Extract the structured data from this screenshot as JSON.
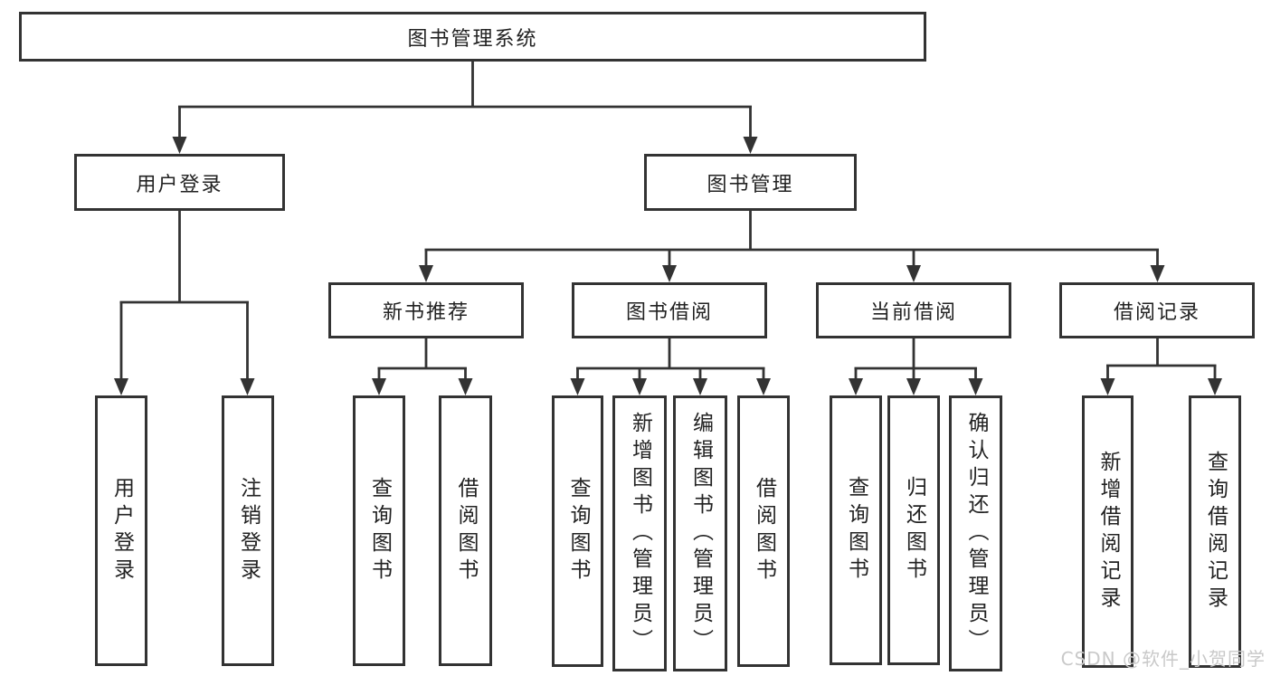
{
  "diagram": {
    "root": {
      "label": "图书管理系统"
    },
    "level1": {
      "user_login": {
        "label": "用户登录"
      },
      "book_management": {
        "label": "图书管理"
      }
    },
    "level2": {
      "new_book_recommend": {
        "label": "新书推荐"
      },
      "book_borrow": {
        "label": "图书借阅"
      },
      "current_borrow": {
        "label": "当前借阅"
      },
      "borrow_records": {
        "label": "借阅记录"
      }
    },
    "leaves": {
      "user_login": {
        "label": "用户登录"
      },
      "logout": {
        "label": "注销登录"
      },
      "nb_query_books": {
        "label": "查询图书"
      },
      "nb_borrow_books": {
        "label": "借阅图书"
      },
      "bb_query_books": {
        "label": "查询图书"
      },
      "bb_add_books": {
        "label": "新增图书（管理员）"
      },
      "bb_edit_books": {
        "label": "编辑图书（管理员）"
      },
      "bb_borrow_books": {
        "label": "借阅图书"
      },
      "cb_query_books": {
        "label": "查询图书"
      },
      "cb_return_books": {
        "label": "归还图书"
      },
      "cb_confirm_return": {
        "label": "确认归还（管理员）"
      },
      "br_add_record": {
        "label": "新增借阅记录"
      },
      "br_query_record": {
        "label": "查询借阅记录"
      }
    }
  },
  "watermark": {
    "text": "CSDN @软件_小贺同学"
  },
  "colors": {
    "line": "#333333",
    "text": "#222222",
    "box_background": "#ffffff",
    "watermark": "#c9c9c9"
  }
}
